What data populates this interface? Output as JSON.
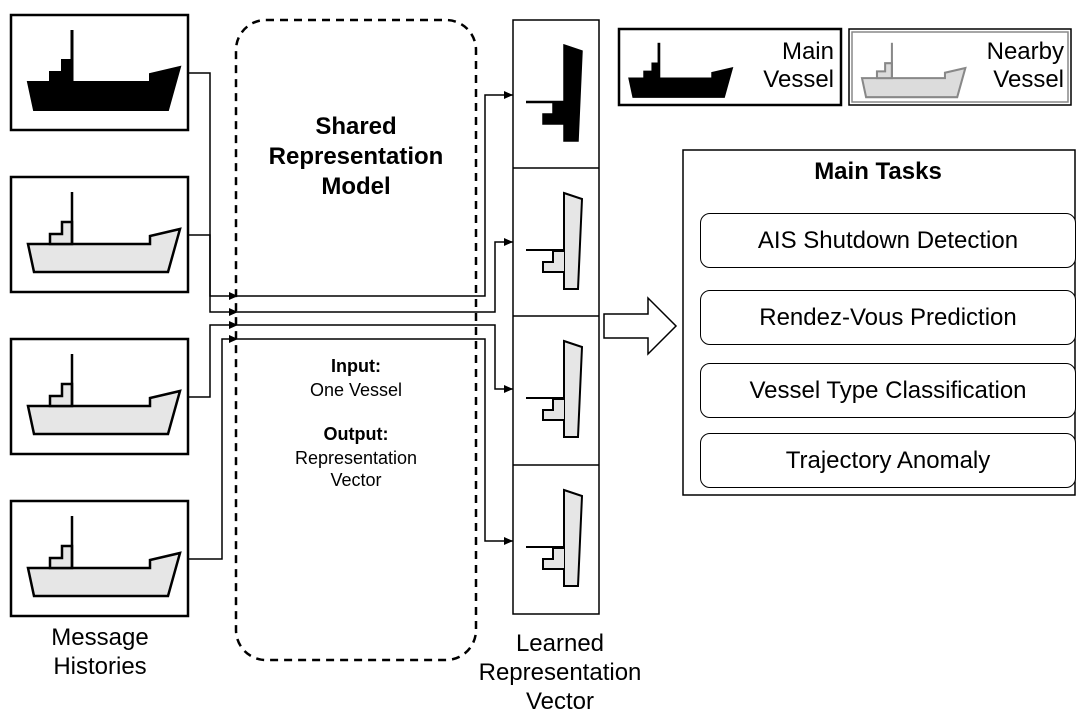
{
  "model": {
    "title_lines": [
      "Shared",
      "Representation",
      "Model"
    ],
    "input_label": "Input:",
    "input_value": "One Vessel",
    "output_label": "Output:",
    "output_value_lines": [
      "Representation",
      "Vector"
    ]
  },
  "histories_label_lines": [
    "Message",
    "Histories"
  ],
  "vector_label_lines": [
    "Learned",
    "Representation",
    "Vector"
  ],
  "legend": {
    "main": [
      "Main",
      "Vessel"
    ],
    "nearby": [
      "Nearby",
      "Vessel"
    ]
  },
  "tasks": {
    "title": "Main Tasks",
    "items": [
      "AIS Shutdown Detection",
      "Rendez-Vous Prediction",
      "Vessel Type Classification",
      "Trajectory Anomaly"
    ]
  },
  "colors": {
    "main_vessel": "#000000",
    "nearby_vessel": "#e6e6e6",
    "legend_nearby": "#dcdcdc",
    "line": "#000000"
  }
}
